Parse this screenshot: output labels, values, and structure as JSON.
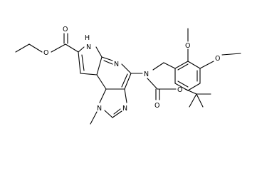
{
  "molecule": {
    "atoms": {
      "ring_n_pyridine": "N",
      "amine_n": "N",
      "pyrrole_nh": "H\nN",
      "imidazole_n_methyl": "N",
      "imidazole_n": "N",
      "ester_carbonyl_o": "O",
      "ester_o": "O",
      "carbamate_carbonyl_o": "O",
      "carbamate_o": "O",
      "methoxy_o_top": "O",
      "methoxy_o_right": "O"
    }
  }
}
